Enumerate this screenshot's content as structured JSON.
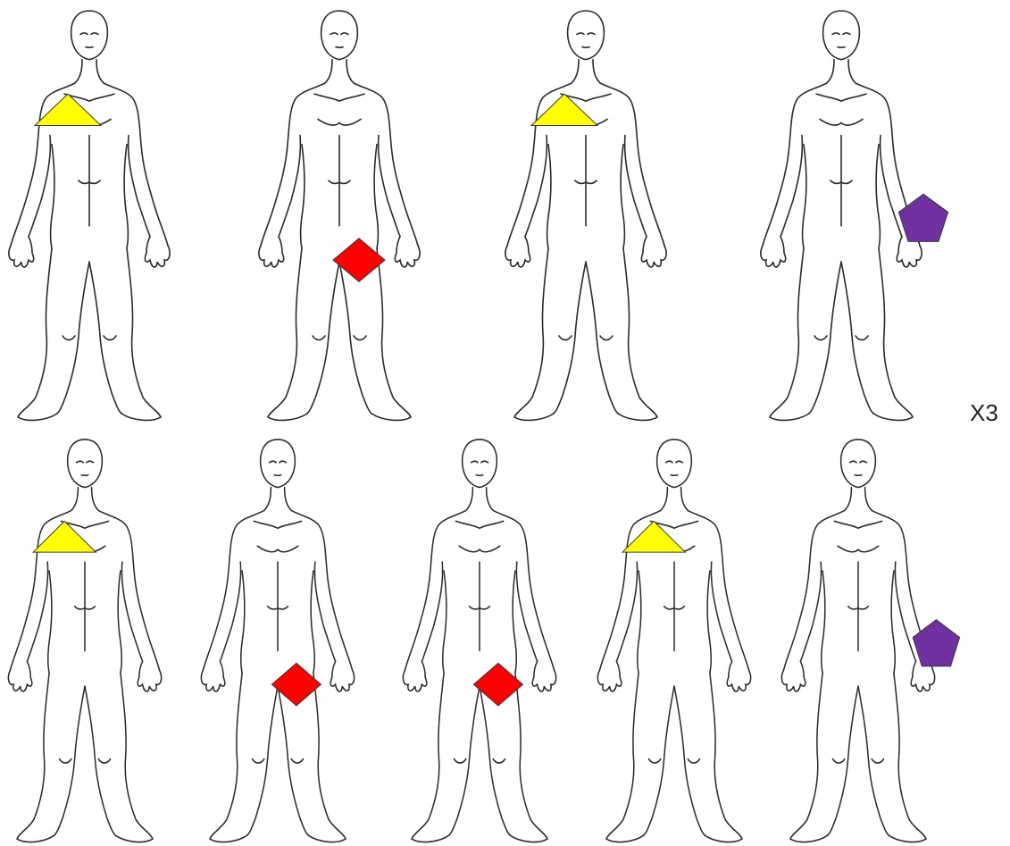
{
  "multiplier_label": "X3",
  "colors": {
    "triangle": "#FFFF00",
    "diamond": "#FF0000",
    "pentagon": "#7030A0",
    "outline": "#2b2b2b"
  },
  "rows": [
    {
      "name": "top-row",
      "figures": [
        {
          "marker": "triangle",
          "location": "chest"
        },
        {
          "marker": "diamond",
          "location": "right-thigh"
        },
        {
          "marker": "triangle",
          "location": "chest"
        },
        {
          "marker": "pentagon",
          "location": "left-hand"
        }
      ]
    },
    {
      "name": "bottom-row",
      "figures": [
        {
          "marker": "triangle",
          "location": "chest"
        },
        {
          "marker": "diamond",
          "location": "right-thigh"
        },
        {
          "marker": "diamond",
          "location": "right-thigh"
        },
        {
          "marker": "triangle",
          "location": "chest"
        },
        {
          "marker": "pentagon",
          "location": "left-hand"
        }
      ]
    }
  ]
}
